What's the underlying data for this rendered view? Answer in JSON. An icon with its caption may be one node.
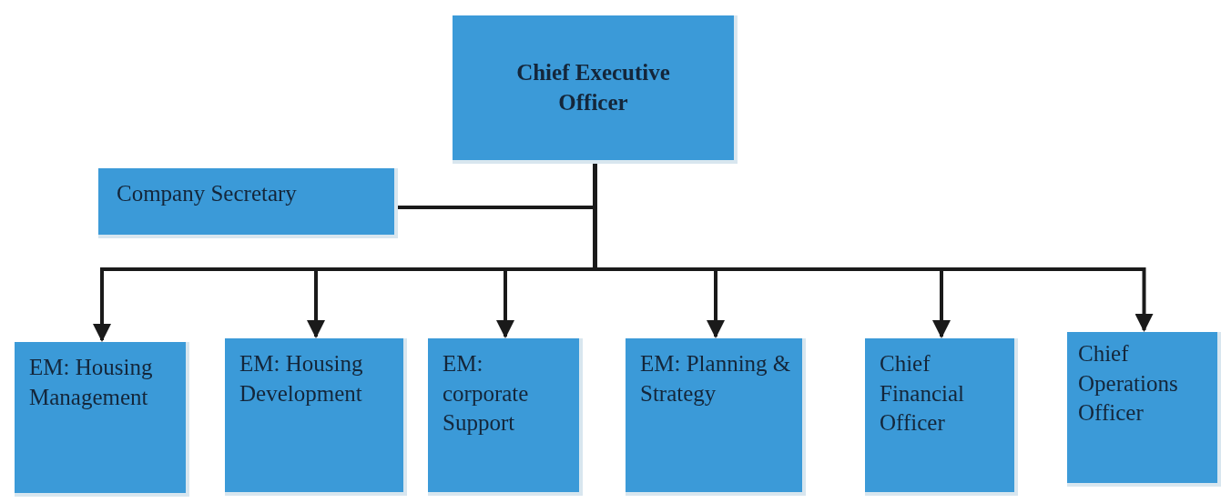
{
  "diagram": {
    "nodes": [
      {
        "text": [
          "Chief Executive Officer"
        ]
      },
      {
        "text": [
          "Company Secretary"
        ]
      },
      {
        "text": [
          "EM: Housing Management"
        ]
      },
      {
        "text": [
          "EM: Housing Development"
        ]
      },
      {
        "text": [
          "EM: corporate Support"
        ]
      },
      {
        "text": [
          "EM: Planning & Strategy"
        ]
      },
      {
        "text": [
          "Chief Financial Officer"
        ]
      },
      {
        "text": [
          "Chief Operations Officer"
        ]
      }
    ],
    "edges": [
      {
        "from": 0,
        "to": 1,
        "arrow": "none"
      },
      {
        "from": 0,
        "to": 2,
        "arrow": "to"
      },
      {
        "from": 0,
        "to": 3,
        "arrow": "to"
      },
      {
        "from": 0,
        "to": 4,
        "arrow": "to"
      },
      {
        "from": 0,
        "to": 5,
        "arrow": "to"
      },
      {
        "from": 0,
        "to": 6,
        "arrow": "to"
      },
      {
        "from": 0,
        "to": 7,
        "arrow": "to"
      }
    ]
  }
}
